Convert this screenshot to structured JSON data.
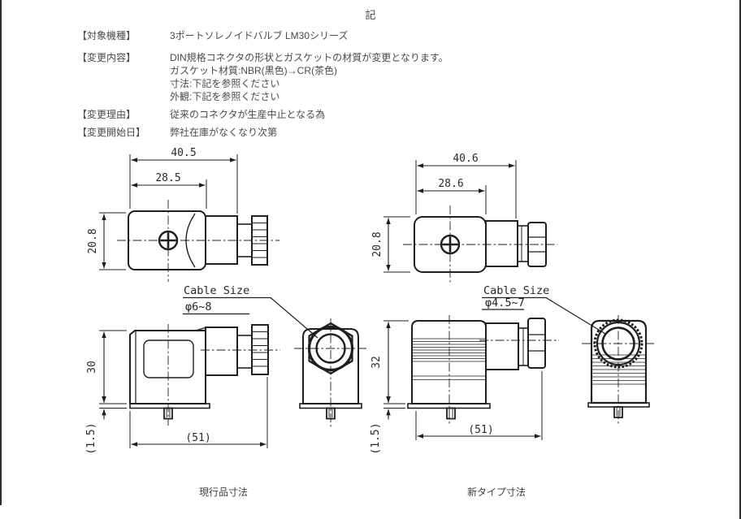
{
  "page": {
    "title": "記",
    "fields": [
      {
        "label": "【対象機種】",
        "lines": [
          "3ポートソレノイドバルブ  LM30シリーズ"
        ]
      },
      {
        "label": "【変更内容】",
        "lines": [
          "DIN規格コネクタの形状とガスケットの材質が変更となります。",
          "ガスケット材質:NBR(黒色)→CR(茶色)",
          "寸法:下記を参照ください",
          "外観:下記を参照ください"
        ]
      },
      {
        "label": "【変更理由】",
        "lines": [
          "従来のコネクタが生産中止となる為"
        ]
      },
      {
        "label": "【変更開始日】",
        "lines": [
          "弊社在庫がなくなり次第"
        ]
      }
    ]
  },
  "drawings": {
    "current": {
      "caption": "現行品寸法",
      "cable_note_title": "Cable Size",
      "cable_note_value": "φ6~8",
      "dims": {
        "overall_width": "40.5",
        "body_width": "28.5",
        "height": "20.8",
        "side_height": "30",
        "gasket": "(1.5)",
        "overall_length": "(51)"
      }
    },
    "new": {
      "caption": "新タイプ寸法",
      "cable_note_title": "Cable Size",
      "cable_note_value": "φ4.5~7",
      "dims": {
        "overall_width": "40.6",
        "body_width": "28.6",
        "height": "20.8",
        "side_height": "32",
        "gasket": "(1.5)",
        "overall_length": "(51)"
      }
    }
  },
  "colors": {
    "line": "#1f1f1f",
    "text": "#474747",
    "background": "#ffffff"
  }
}
